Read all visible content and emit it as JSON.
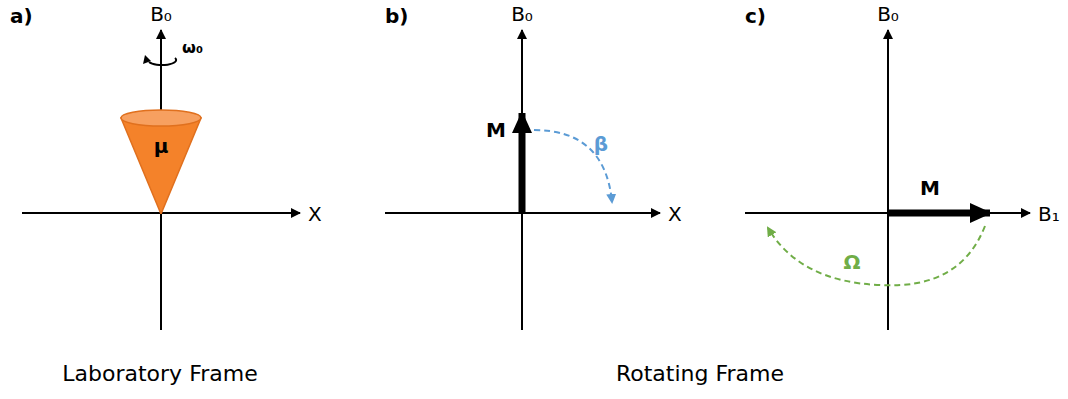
{
  "diagram": {
    "nodes": [
      {
        "text": [
          "μ"
        ]
      }
    ],
    "labels": [
      "a)",
      "B₀",
      "ω₀",
      "X",
      "Laboratory Frame",
      "b)",
      "B₀",
      "M",
      "β",
      "X",
      "c)",
      "B₀",
      "M",
      "B₁",
      "Ω",
      "Rotating Frame"
    ]
  }
}
